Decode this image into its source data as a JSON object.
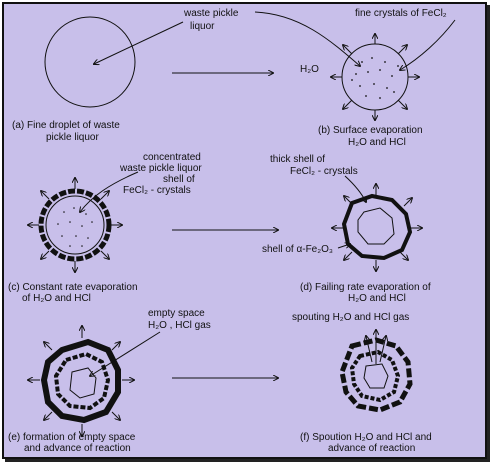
{
  "panels": {
    "a": {
      "caption_1": "(a) Fine droplet of waste",
      "caption_2": "pickle liquor",
      "label_waste_1": "waste pickle",
      "label_waste_2": "liquor"
    },
    "b": {
      "caption_1": "(b) Surface evaporation",
      "caption_2": "H₂O and HCl",
      "label_crystals": "fine crystals of FeCl₂",
      "label_h2o": "H₂O"
    },
    "c": {
      "caption_1": "(c) Constant rate evaporation",
      "caption_2": "of H₂O and HCl",
      "label_conc_1": "concentrated",
      "label_conc_2": "waste pickle liquor",
      "label_shell_1": "shell of",
      "label_shell_2": "FeCl₂ - crystals"
    },
    "d": {
      "caption_1": "(d) Failing rate evaporation of",
      "caption_2": "H₂O and HCl",
      "label_thick_1": "thick shell of",
      "label_thick_2": "FeCl₂ - crystals",
      "label_fe2o3": "shell of α-Fe₂O₃"
    },
    "e": {
      "caption_1": "(e) formation of empty space",
      "caption_2": "and advance of reaction",
      "label_empty_1": "empty space",
      "label_empty_2": "H₂O , HCl gas"
    },
    "f": {
      "caption_1": "(f) Spoution H₂O and HCl and",
      "caption_2": "advance of reaction",
      "label_spout": "spouting H₂O and HCl gas"
    }
  }
}
